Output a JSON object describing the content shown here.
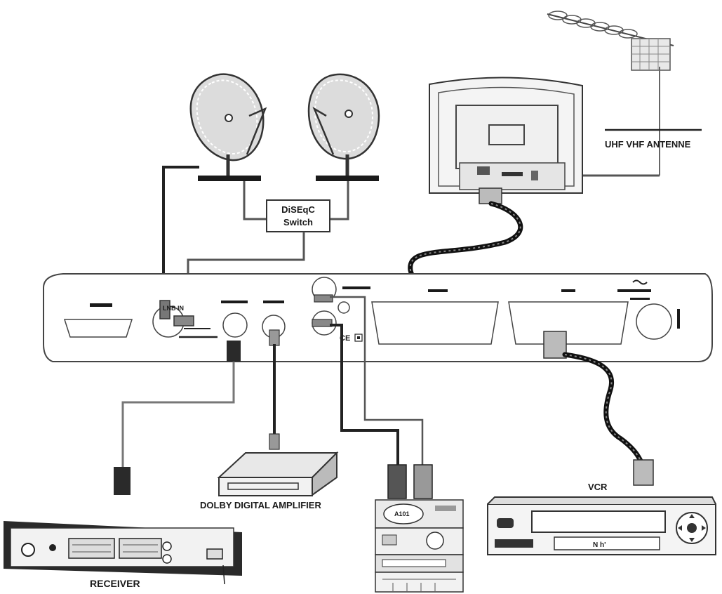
{
  "labels": {
    "diseqc_line1": "DiSEqC",
    "diseqc_line2": "Switch",
    "antenna": "UHF VHF ANTENNE",
    "lnb_in": "LNB IN",
    "ce_mark": "CE",
    "amplifier": "DOLBY DIGITAL AMPLIFIER",
    "receiver": "RECEIVER",
    "vcr": "VCR",
    "av_brand": "A101",
    "vcr_display": "N  h'"
  }
}
